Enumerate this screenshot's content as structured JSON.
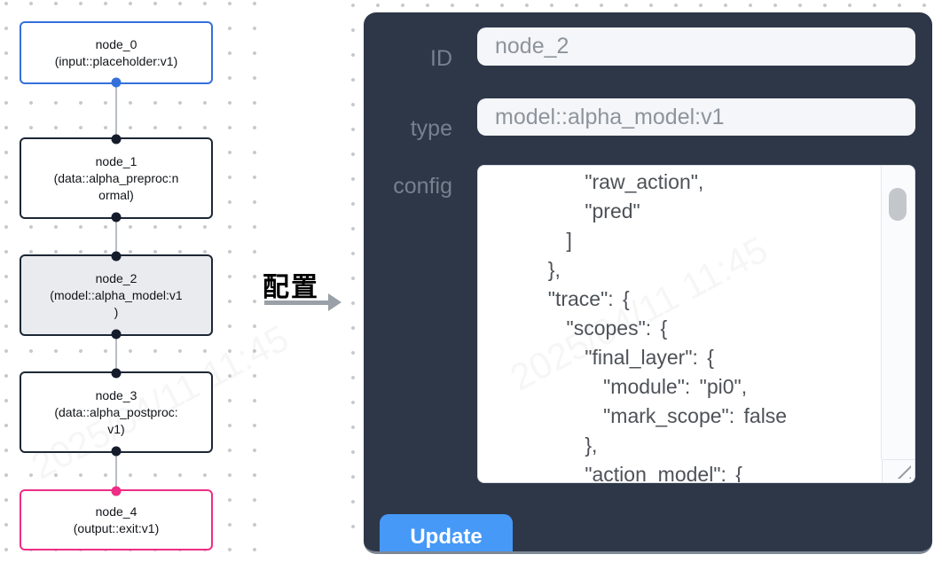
{
  "flow": {
    "nodes": [
      {
        "id": "node_0",
        "lines": [
          "node_0",
          "(input::placeholder:v1)"
        ],
        "kind": "input",
        "accent": "#3470db"
      },
      {
        "id": "node_1",
        "lines": [
          "node_1",
          "(data::alpha_preproc:n",
          "ormal)"
        ],
        "kind": "default",
        "accent": "#1d2735"
      },
      {
        "id": "node_2",
        "lines": [
          "node_2",
          "(model::alpha_model:v1",
          ")"
        ],
        "kind": "selected",
        "accent": "#1d2735"
      },
      {
        "id": "node_3",
        "lines": [
          "node_3",
          "(data::alpha_postproc:",
          "v1)"
        ],
        "kind": "default",
        "accent": "#1d2735"
      },
      {
        "id": "node_4",
        "lines": [
          "node_4",
          "(output::exit:v1)"
        ],
        "kind": "output",
        "accent": "#ee2d85"
      }
    ]
  },
  "annotation": {
    "label": "配置",
    "arrow_icon": "right-arrow"
  },
  "panel": {
    "id_label": "ID",
    "id_value": "node_2",
    "type_label": "type",
    "type_value": "model::alpha_model:v1",
    "config_label": "config",
    "config_lines": [
      "      \"raw_action\",",
      "      \"pred\"",
      "    ]",
      "  },",
      "  \"trace\": {",
      "    \"scopes\": {",
      "      \"final_layer\": {",
      "        \"module\": \"pi0\",",
      "        \"mark_scope\": false",
      "      },",
      "      \"action_model\": {"
    ],
    "update_label": "Update"
  },
  "watermark": "2025/04/11 11:45",
  "colors": {
    "panel_bg": "#2d3748",
    "node_border_dark": "#1d2735",
    "node_border_blue": "#3470db",
    "node_border_pink": "#ee2d85",
    "selected_node_bg": "#e9ebee",
    "button_blue": "#4699f7",
    "canvas_dot": "#c6c9ce",
    "edge_gray": "#b9bdc3",
    "arrow_gray": "#9aa0a8"
  }
}
